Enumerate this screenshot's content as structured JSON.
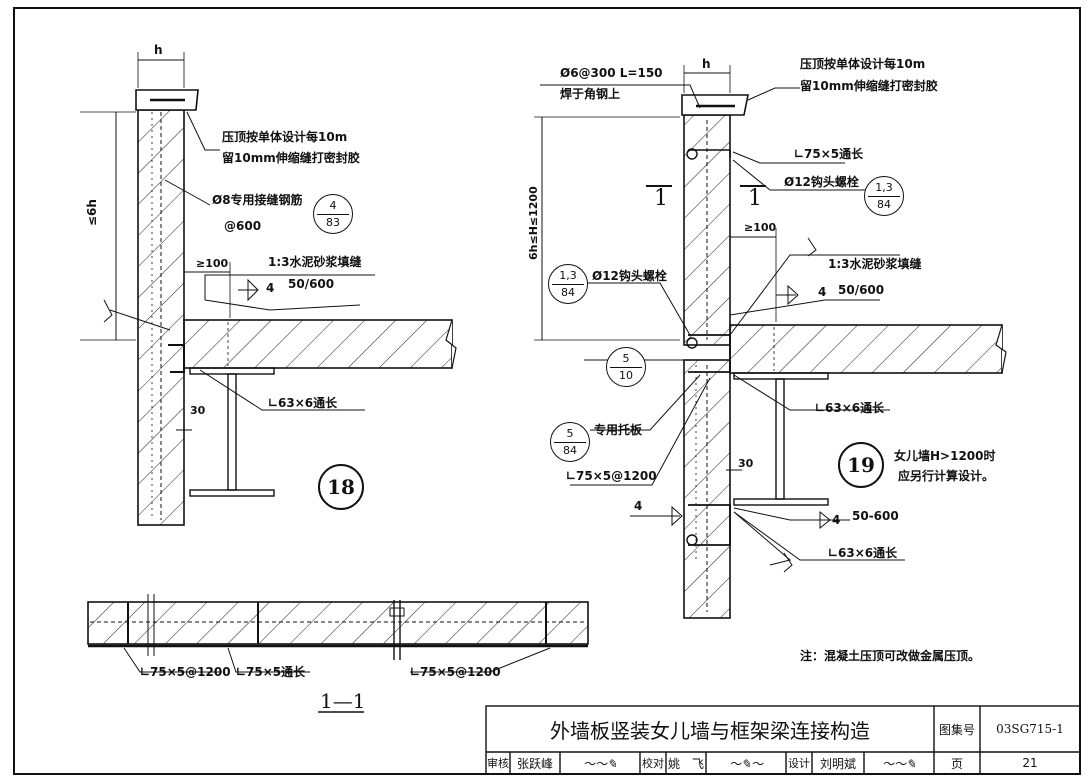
{
  "detail18": {
    "dim_h": "h",
    "dim_6h": "≤6h",
    "coping_note_1": "压顶按单体设计每10m",
    "coping_note_2": "留10mm伸缩缝打密封胶",
    "rebar_note": "Ø8专用接缝钢筋",
    "rebar_spacing": "@600",
    "rebar_ref_top": "4",
    "rebar_ref_bot": "83",
    "dim_100": "≥100",
    "mortar_note": "1:3水泥砂浆填缝",
    "weld_size": "4",
    "weld_spec": "50/600",
    "angle_note": "∟63×6通长",
    "gap_30": "30",
    "number": "18"
  },
  "detail19": {
    "dim_h": "h",
    "dim_height": "6h≤H≤1200",
    "rod_note_1": "Ø6@300 L=150",
    "rod_note_2": "焊于角钢上",
    "coping_note_1": "压顶按单体设计每10m",
    "coping_note_2": "留10mm伸缩缝打密封胶",
    "section_left": "1",
    "section_right": "1",
    "angle_top_note": "∟75×5通长",
    "bolt_note_right": "Ø12钩头螺栓",
    "bolt_ref_right_top": "1,3",
    "bolt_ref_right_bot": "84",
    "dim_100": "≥100",
    "bolt_ref_left_top": "1,3",
    "bolt_ref_left_bot": "84",
    "bolt_note_left": "Ø12钩头螺栓",
    "mortar_note": "1:3水泥砂浆填缝",
    "weld_size": "4",
    "weld_spec": "50/600",
    "ref_510_top": "5",
    "ref_510_bot": "10",
    "angle_note": "∟63×6通长",
    "bracket_ref_top": "5",
    "bracket_ref_bot": "84",
    "bracket_note": "专用托板",
    "angle_spacing_note": "∟75×5@1200",
    "gap_30": "30",
    "number": "19",
    "height_note_1": "女儿墙H>1200时",
    "height_note_2": "应另行计算设计。",
    "weld2_size": "4",
    "weld2_size_b": "4",
    "weld2_spec": "50-600",
    "angle2_note": "∟63×6通长"
  },
  "section11": {
    "label_left": "∟75×5@1200",
    "label_mid": "∟75×5通长",
    "label_right": "∟75×5@1200",
    "title": "1—1"
  },
  "note": "注：混凝土压顶可改做金属压顶。",
  "title_block": {
    "title": "外墙板竖装女儿墙与框架梁连接构造",
    "atlas_label": "图集号",
    "atlas_no": "03SG715-1",
    "review_label": "审核",
    "reviewer": "张跃峰",
    "check_label": "校对",
    "checker": "姚　飞",
    "design_label": "设计",
    "designer": "刘明斌",
    "page_label": "页",
    "page_no": "21"
  }
}
